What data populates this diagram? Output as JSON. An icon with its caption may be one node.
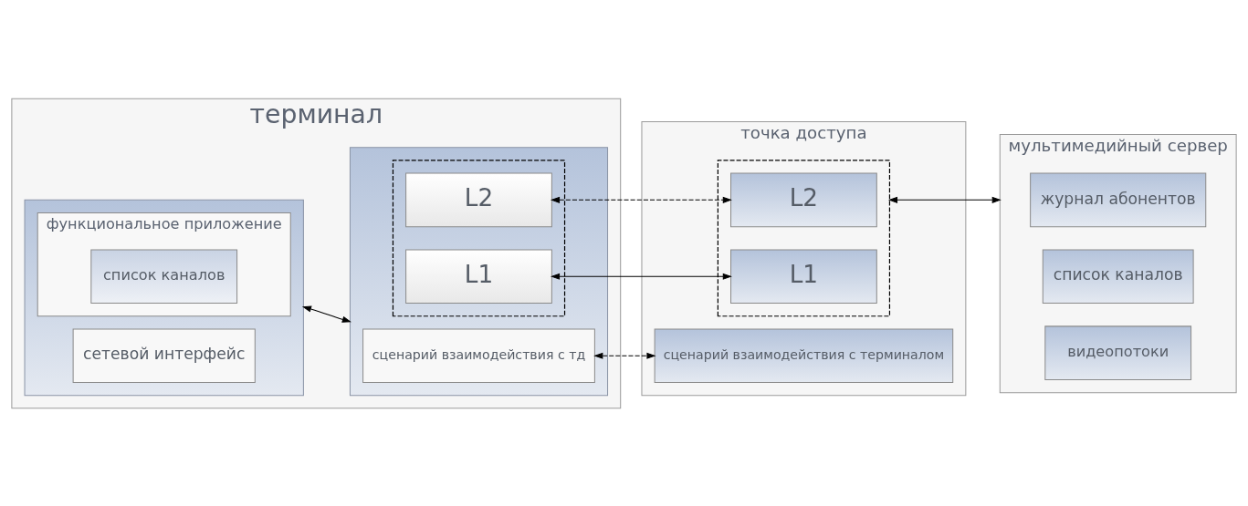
{
  "diagram": {
    "nodes": [
      {
        "text": [
          "терминал"
        ]
      },
      {
        "text": [],
        "shape": "box",
        "in": 0
      },
      {
        "text": [
          "функциональное приложение"
        ],
        "in": 1
      },
      {
        "text": [
          "список каналов"
        ],
        "in": 2
      },
      {
        "text": [
          "сетевой интерфейс"
        ],
        "in": 1
      },
      {
        "text": [],
        "shape": "box",
        "in": 0
      },
      {
        "text": [
          "сценарий взаимодействия с тд"
        ],
        "in": 5
      },
      {
        "text": [],
        "shape": "box",
        "in": 5
      },
      {
        "text": [
          "L2"
        ],
        "in": 7
      },
      {
        "text": [
          "L1"
        ],
        "in": 7
      },
      {
        "text": [
          "точка доступа"
        ]
      },
      {
        "text": [
          "сценарий взаимодействия с терминалом"
        ],
        "in": 10
      },
      {
        "text": [],
        "shape": "box",
        "in": 10
      },
      {
        "text": [
          "L2"
        ],
        "in": 12
      },
      {
        "text": [
          "L1"
        ],
        "in": 12
      },
      {
        "text": [
          "мультимедийный сервер"
        ]
      },
      {
        "text": [
          "журнал абонентов"
        ],
        "in": 15
      },
      {
        "text": [
          "список каналов"
        ],
        "in": 15
      },
      {
        "text": [
          "видеопотоки"
        ],
        "in": 15
      }
    ],
    "edges": [
      {
        "from": 1,
        "to": 5,
        "arrow": "both"
      },
      {
        "from": 6,
        "to": 11,
        "arrow": "both",
        "style": "dashed"
      },
      {
        "from": 8,
        "to": 13,
        "arrow": "both",
        "style": "dashed"
      },
      {
        "from": 9,
        "to": 14,
        "arrow": "both"
      },
      {
        "from": 12,
        "to": 15,
        "arrow": "both"
      }
    ]
  }
}
